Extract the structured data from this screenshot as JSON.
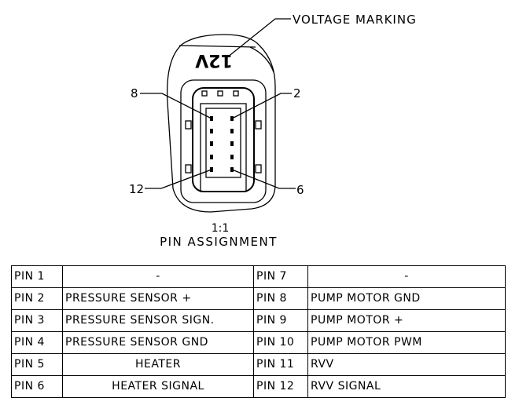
{
  "drawing": {
    "callout_voltage": "VOLTAGE MARKING",
    "voltage_text": "12V",
    "pin_labels": [
      "8",
      "2",
      "12",
      "6"
    ],
    "scale": "1:1",
    "title": "PIN ASSIGNMENT"
  },
  "table": {
    "rows": [
      {
        "left_pin": "PIN 1",
        "left_desc": "-",
        "right_pin": "PIN 7",
        "right_desc": "-"
      },
      {
        "left_pin": "PIN 2",
        "left_desc": "PRESSURE SENSOR +",
        "right_pin": "PIN 8",
        "right_desc": "PUMP MOTOR GND"
      },
      {
        "left_pin": "PIN 3",
        "left_desc": "PRESSURE SENSOR SIGN.",
        "right_pin": "PIN 9",
        "right_desc": "PUMP MOTOR +"
      },
      {
        "left_pin": "PIN 4",
        "left_desc": "PRESSURE SENSOR GND",
        "right_pin": "PIN 10",
        "right_desc": "PUMP MOTOR PWM"
      },
      {
        "left_pin": "PIN 5",
        "left_desc": "HEATER",
        "right_pin": "PIN 11",
        "right_desc": "RVV"
      },
      {
        "left_pin": "PIN 6",
        "left_desc": "HEATER SIGNAL",
        "right_pin": "PIN 12",
        "right_desc": "RVV SIGNAL"
      }
    ]
  }
}
